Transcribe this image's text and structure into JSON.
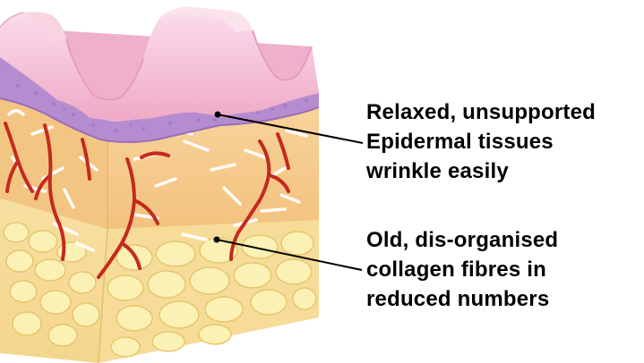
{
  "labels": [
    {
      "lines": [
        "Relaxed, unsupported",
        "Epidermal tissues",
        "wrinkle easily"
      ]
    },
    {
      "lines": [
        "Old, dis-organised",
        "collagen fibres in",
        "reduced numbers"
      ]
    }
  ],
  "colors": {
    "epidermis_light": "#f7c6db",
    "epidermis_mid": "#eeb2cc",
    "basal_layer": "#b58ccf",
    "dermis": "#f6cc8e",
    "dermis_side": "#f2be78",
    "subcutaneous": "#f9e3a8",
    "fat_cells": "#fbf2b0",
    "blood_vessel": "#c42a1e",
    "collagen": "#ffffff",
    "leader_line": "#000000"
  }
}
